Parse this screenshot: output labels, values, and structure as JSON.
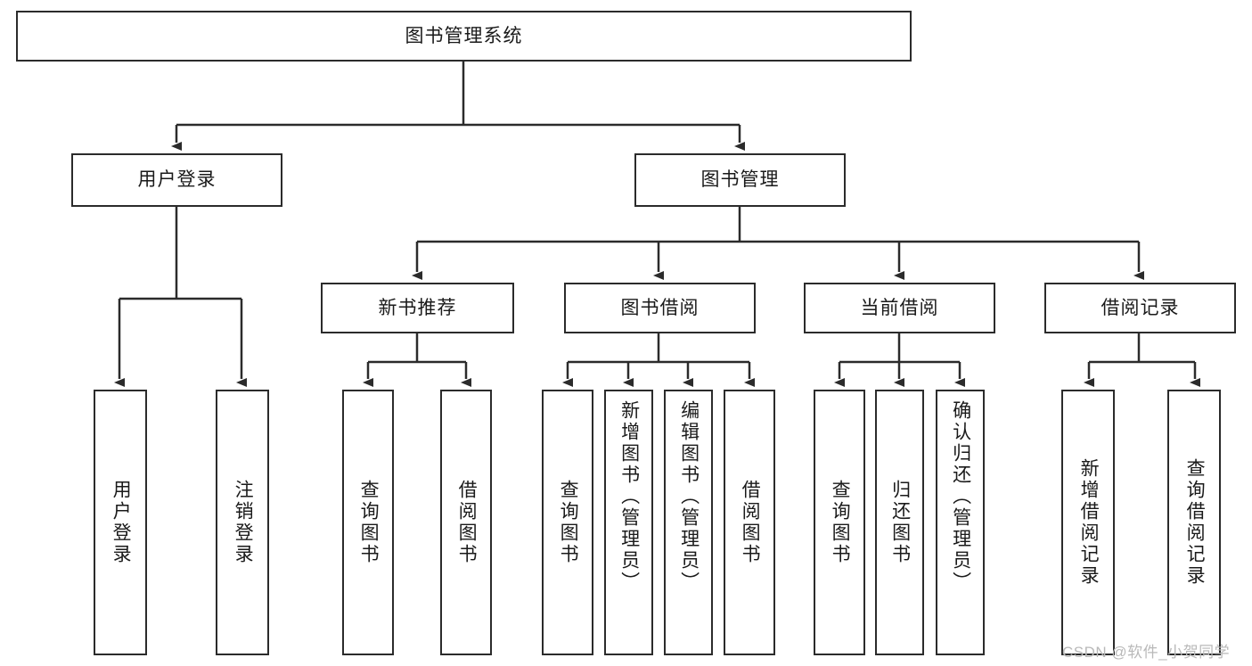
{
  "diagram": {
    "type": "tree",
    "title": "图书管理系统",
    "orientation": "top-down",
    "colors": {
      "node_border": "#2b2b2b",
      "node_fill": "#ffffff",
      "edge": "#2b2b2b",
      "text": "#1a1a1a",
      "watermark": "#b9b9b9"
    }
  },
  "nodes": {
    "root": {
      "label": "图书管理系统"
    },
    "level2": [
      {
        "id": "user_login",
        "label": "用户登录"
      },
      {
        "id": "book_manage",
        "label": "图书管理"
      }
    ],
    "level3": [
      {
        "id": "new_book_rec",
        "label": "新书推荐"
      },
      {
        "id": "book_borrow",
        "label": "图书借阅"
      },
      {
        "id": "current_borrow",
        "label": "当前借阅"
      },
      {
        "id": "borrow_record",
        "label": "借阅记录"
      }
    ],
    "leaves": [
      {
        "id": "leaf_user_login",
        "label": "用户登录",
        "parent": "user_login"
      },
      {
        "id": "leaf_user_logout",
        "label": "注销登录",
        "parent": "user_login"
      },
      {
        "id": "leaf_query_book_1",
        "label": "查询图书",
        "parent": "new_book_rec"
      },
      {
        "id": "leaf_borrow_book_1",
        "label": "借阅图书",
        "parent": "new_book_rec"
      },
      {
        "id": "leaf_query_book_2",
        "label": "查询图书",
        "parent": "book_borrow"
      },
      {
        "id": "leaf_add_book",
        "label": "新增图书（管理员）",
        "parent": "book_borrow"
      },
      {
        "id": "leaf_edit_book",
        "label": "编辑图书（管理员）",
        "parent": "book_borrow"
      },
      {
        "id": "leaf_borrow_book_2",
        "label": "借阅图书",
        "parent": "book_borrow"
      },
      {
        "id": "leaf_query_book_3",
        "label": "查询图书",
        "parent": "current_borrow"
      },
      {
        "id": "leaf_return_book",
        "label": "归还图书",
        "parent": "current_borrow"
      },
      {
        "id": "leaf_confirm_return",
        "label": "确认归还（管理员）",
        "parent": "current_borrow"
      },
      {
        "id": "leaf_add_record",
        "label": "新增借阅记录",
        "parent": "borrow_record"
      },
      {
        "id": "leaf_query_record",
        "label": "查询借阅记录",
        "parent": "borrow_record"
      }
    ]
  },
  "watermark": {
    "text": "CSDN @软件_小贺同学"
  }
}
